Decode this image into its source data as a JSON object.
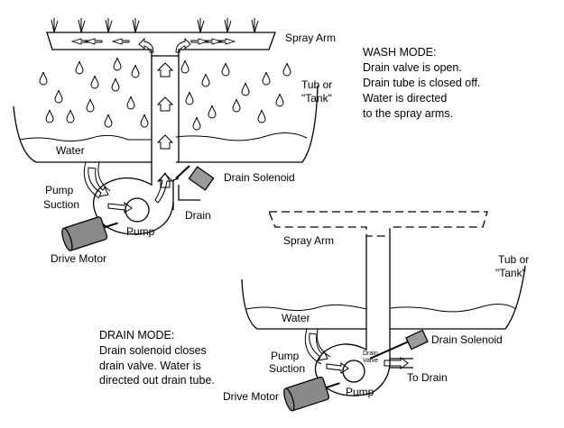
{
  "wash_diagram": {
    "spray_arm_label": "Spray Arm",
    "tub_label_line1": "Tub or",
    "tub_label_line2": "\"Tank\"",
    "water_label": "Water",
    "pump_suction_line1": "Pump",
    "pump_suction_line2": "Suction",
    "pump_label": "Pump",
    "drain_label": "Drain",
    "drain_solenoid_label": "Drain Solenoid",
    "drive_motor_label": "Drive Motor"
  },
  "wash_mode": {
    "title": "WASH MODE:",
    "lines": [
      "Drain valve is open.",
      "Drain tube is closed off.",
      "Water is directed",
      "to the spray arms."
    ]
  },
  "drain_diagram": {
    "spray_arm_label": "Spray Arm",
    "tub_label_line1": "Tub or",
    "tub_label_line2": "\"Tank\"",
    "water_label": "Water",
    "pump_suction_line1": "Pump",
    "pump_suction_line2": "Suction",
    "pump_label": "Pump",
    "drain_valve_line1": "Drain",
    "drain_valve_line2": "Valve",
    "drain_solenoid_label": "Drain Solenoid",
    "to_drain_label": "To Drain",
    "drive_motor_label": "Drive Motor"
  },
  "drain_mode": {
    "title": "DRAIN MODE:",
    "lines": [
      "Drain solenoid closes",
      "drain valve. Water is",
      "directed out drain tube."
    ]
  },
  "colors": {
    "line": "#000000",
    "motor_fill": "#8a8a8a",
    "solenoid_fill": "#9a9a9a",
    "background": "#ffffff"
  }
}
